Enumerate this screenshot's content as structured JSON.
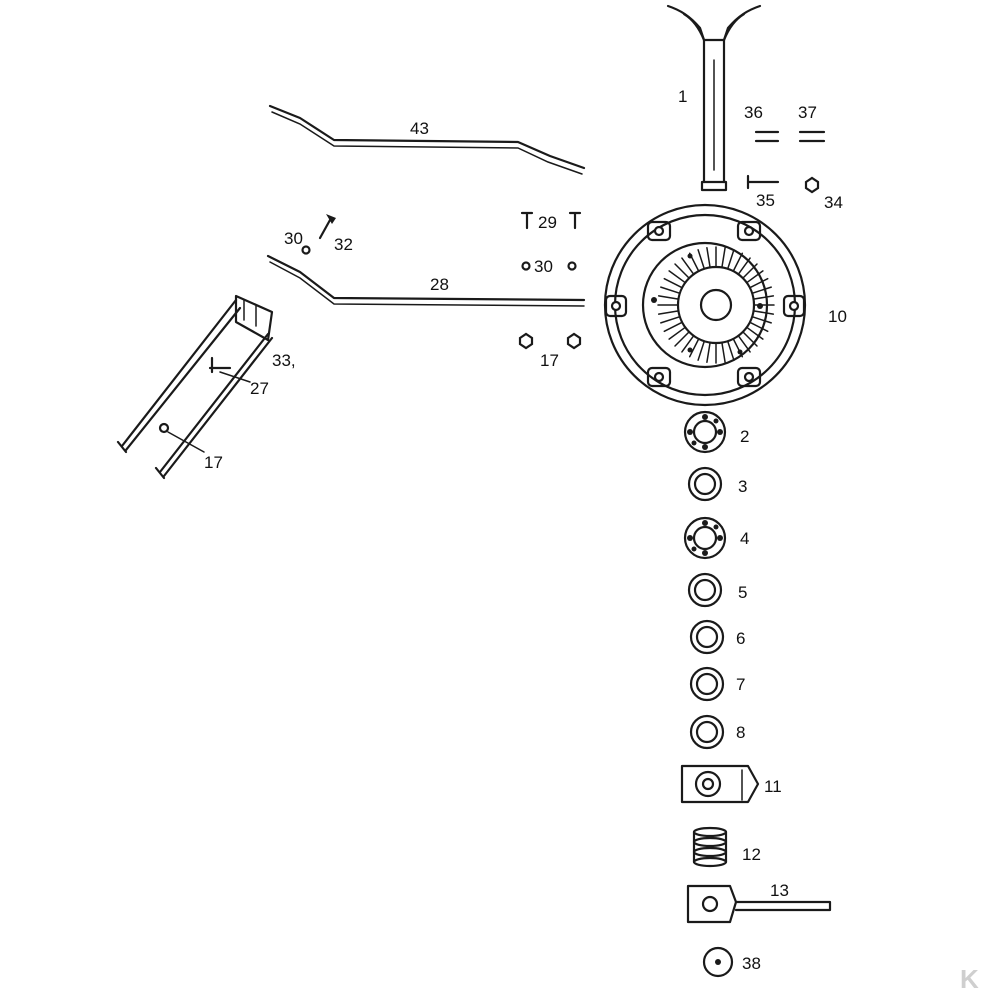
{
  "labels": {
    "p1": "1",
    "p2": "2",
    "p3": "3",
    "p4": "4",
    "p5": "5",
    "p6": "6",
    "p7": "7",
    "p8": "8",
    "p10": "10",
    "p11": "11",
    "p12": "12",
    "p13": "13",
    "p17a": "17",
    "p17b": "17",
    "p27": "27",
    "p28": "28",
    "p29": "29",
    "p30a": "30",
    "p30b": "30",
    "p32": "32",
    "p33": "33,",
    "p34": "34",
    "p35": "35",
    "p36": "36",
    "p37": "37",
    "p38": "38",
    "p43": "43"
  },
  "colors": {
    "ink": "#1a1a1a",
    "background": "#ffffff",
    "watermark": "#cfcfcf"
  },
  "logo": {
    "text": "K"
  }
}
